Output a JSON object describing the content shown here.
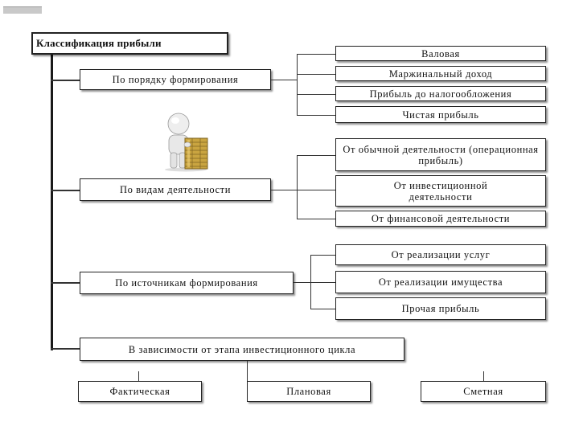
{
  "root": {
    "label": "Классификация прибыли"
  },
  "groups": [
    {
      "label": "По порядку формирования",
      "items": [
        "Валовая",
        "Маржинальный доход",
        "Прибыль до налогообложения",
        "Чистая прибыль"
      ]
    },
    {
      "label": "По видам деятельности",
      "items": [
        "От обычной деятельности (операционная прибыль)",
        "От инвестиционной деятельности",
        "От финансовой деятельности"
      ]
    },
    {
      "label": "По источникам формирования",
      "items": [
        "От реализации услуг",
        "От реализации имущества",
        "Прочая прибыль"
      ]
    },
    {
      "label": "В зависимости от этапа инвестиционного цикла",
      "items": [
        "Фактическая",
        "Плановая",
        "Сметная"
      ]
    }
  ],
  "illustration": {
    "icon": "person-with-coins-icon"
  }
}
